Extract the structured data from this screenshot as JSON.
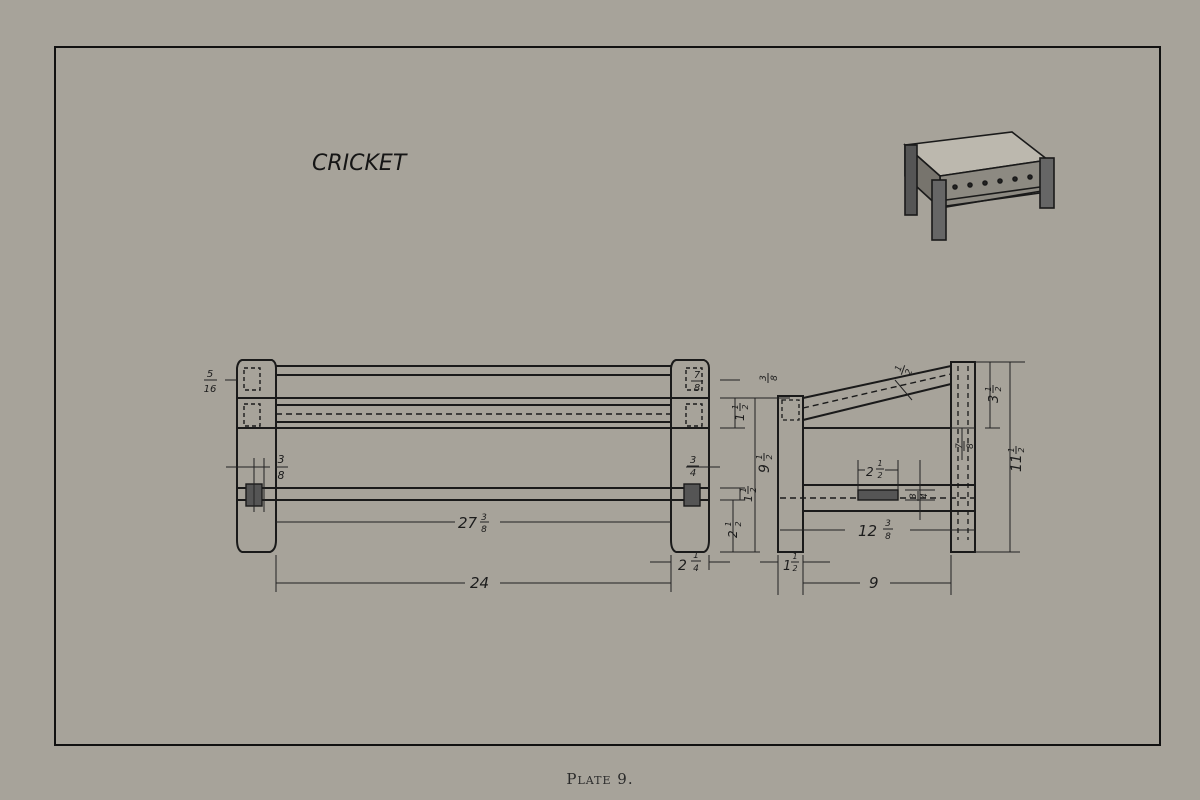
{
  "title": "CRICKET",
  "caption": "Plate 9.",
  "dimensions": {
    "top_offset": {
      "num": "5",
      "den": "16"
    },
    "left_mortise": {
      "num": "3",
      "den": "8"
    },
    "rail_length": {
      "whole": "27",
      "num": "3",
      "den": "8"
    },
    "between_legs": "24",
    "leg_width": {
      "whole": "2",
      "num": "1",
      "den": "4"
    },
    "top_tenon": {
      "num": "7",
      "den": "8"
    },
    "front_gap": {
      "whole": "1",
      "num": "1",
      "den": "2"
    },
    "right_tenon": {
      "num": "3",
      "den": "4"
    },
    "top_thickness": {
      "num": "3",
      "den": "8"
    },
    "height_inner": {
      "whole": "9",
      "num": "1",
      "den": "2"
    },
    "mid_gap": {
      "whole": "1",
      "num": "1",
      "den": "2"
    },
    "lower_gap": {
      "whole": "2",
      "num": "1",
      "den": "2"
    },
    "stretcher_slot": {
      "whole": "2",
      "num": "1",
      "den": "2"
    },
    "slot_depth": {
      "num": "3",
      "den": "4"
    },
    "side_rail": {
      "whole": "12",
      "num": "3",
      "den": "8"
    },
    "side_leg": {
      "whole": "1",
      "num": "1",
      "den": "2"
    },
    "side_span": "9",
    "slope": {
      "num": "1",
      "den": "2"
    },
    "side_top": {
      "whole": "3",
      "num": "1",
      "den": "2"
    },
    "side_tenon": {
      "num": "7",
      "den": "8"
    },
    "total_height": {
      "whole": "11",
      "num": "1",
      "den": "2"
    }
  }
}
